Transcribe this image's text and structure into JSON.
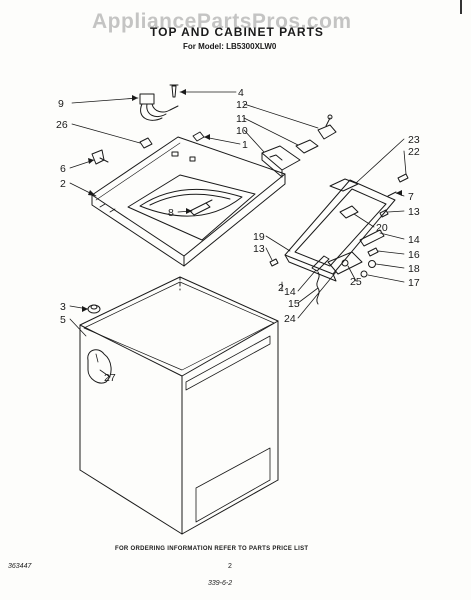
{
  "watermark": "AppliancePartsPros.com",
  "title": "TOP AND CABINET PARTS",
  "model_line": "For Model: LB5300XLW0",
  "footer": {
    "ordering": "FOR ORDERING INFORMATION REFER TO PARTS PRICE LIST",
    "code_left": "363447",
    "page_number": "2",
    "code_bottom": "339-6-2"
  },
  "callouts": [
    {
      "id": "c9",
      "label": "9"
    },
    {
      "id": "c4",
      "label": "4"
    },
    {
      "id": "c12",
      "label": "12"
    },
    {
      "id": "c26",
      "label": "26"
    },
    {
      "id": "c11",
      "label": "11"
    },
    {
      "id": "c10",
      "label": "10"
    },
    {
      "id": "c1",
      "label": "1"
    },
    {
      "id": "c6",
      "label": "6"
    },
    {
      "id": "c2a",
      "label": "2"
    },
    {
      "id": "c8",
      "label": "8"
    },
    {
      "id": "c23",
      "label": "23"
    },
    {
      "id": "c22",
      "label": "22"
    },
    {
      "id": "c7",
      "label": "7"
    },
    {
      "id": "c13a",
      "label": "13"
    },
    {
      "id": "c20",
      "label": "20"
    },
    {
      "id": "c19",
      "label": "19"
    },
    {
      "id": "c13b",
      "label": "13"
    },
    {
      "id": "c14a",
      "label": "14"
    },
    {
      "id": "c16",
      "label": "16"
    },
    {
      "id": "c18",
      "label": "18"
    },
    {
      "id": "c17",
      "label": "17"
    },
    {
      "id": "c25",
      "label": "25"
    },
    {
      "id": "c14b",
      "label": "14"
    },
    {
      "id": "c15",
      "label": "15"
    },
    {
      "id": "c24",
      "label": "24"
    },
    {
      "id": "c2b",
      "label": "2"
    },
    {
      "id": "c3",
      "label": "3"
    },
    {
      "id": "c5",
      "label": "5"
    },
    {
      "id": "c27",
      "label": "27"
    }
  ]
}
